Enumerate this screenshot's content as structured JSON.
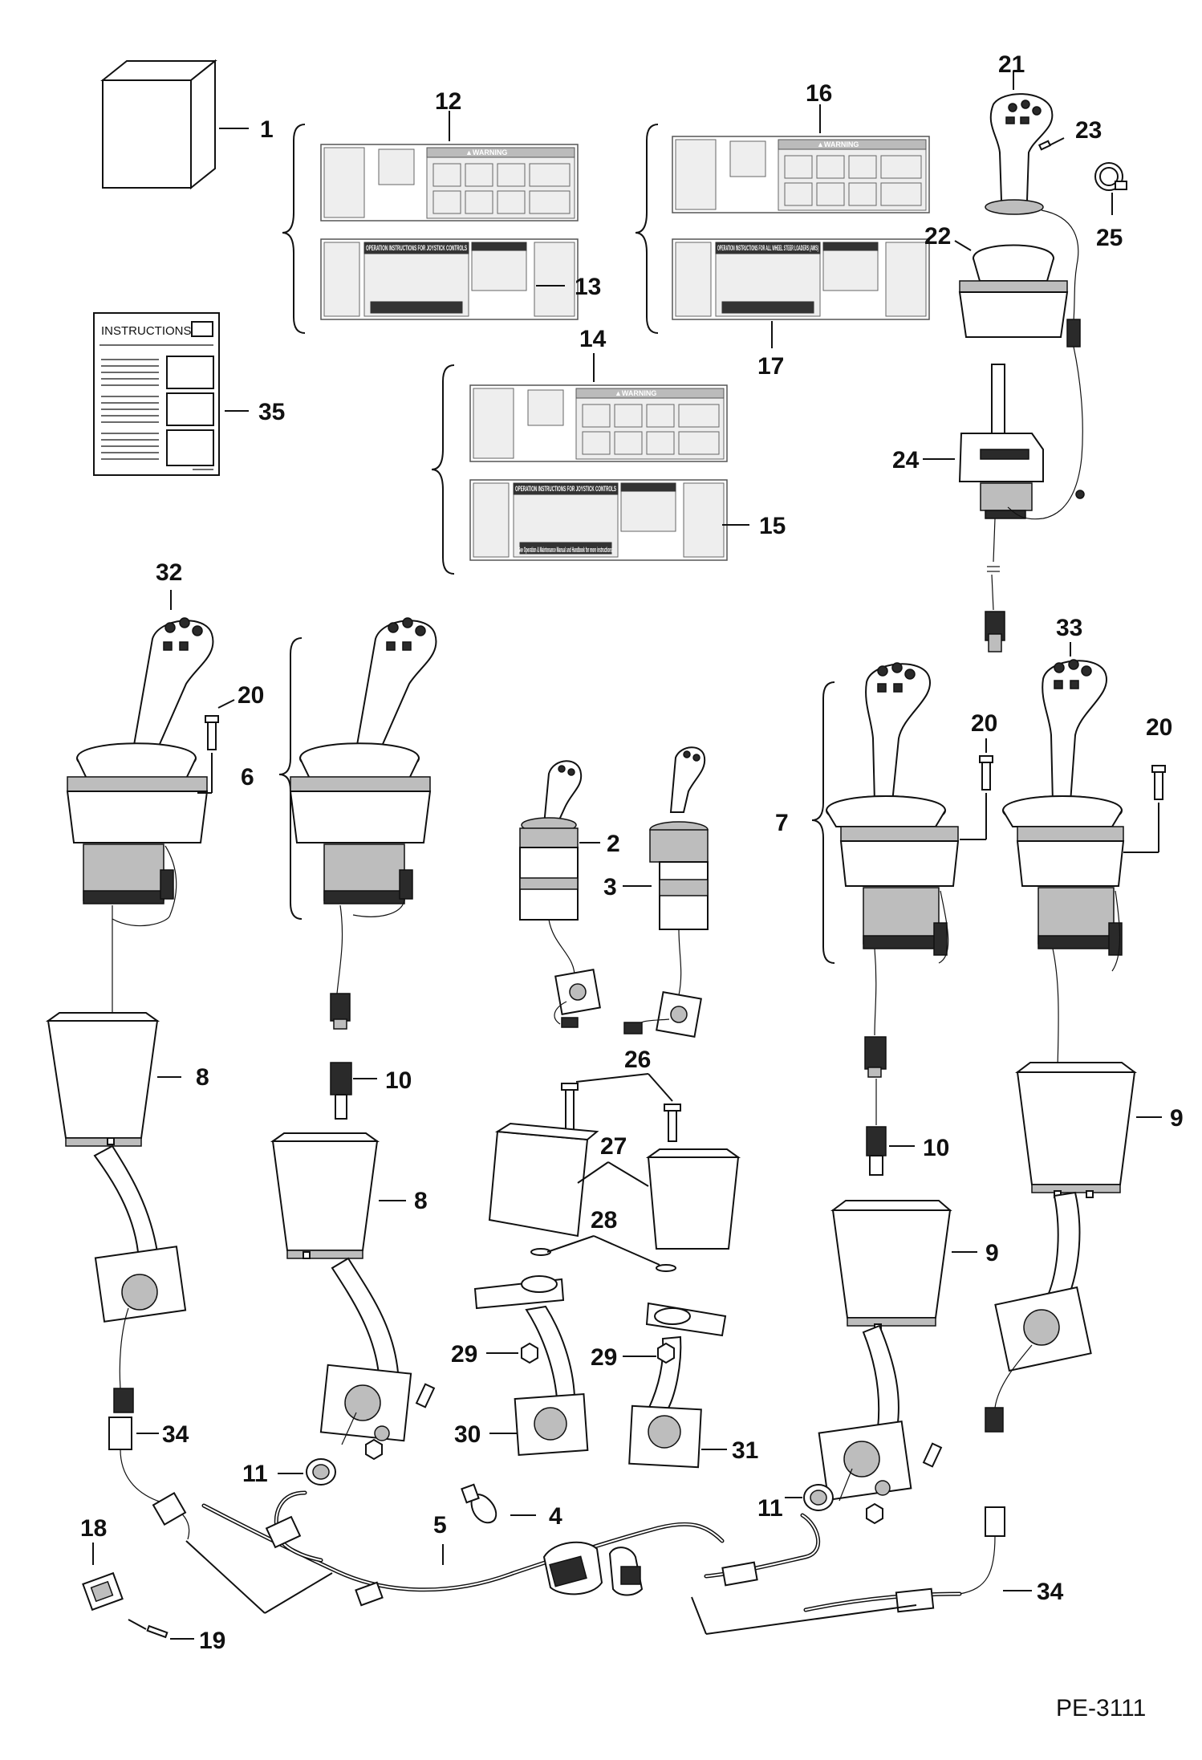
{
  "figure": {
    "reference": "PE-3111"
  },
  "decal_text": {
    "warning": "▲WARNING",
    "operation_joystick": "OPERATION INSTRUCTIONS FOR JOYSTICK CONTROLS",
    "operation_all_wheel": "OPERATION INSTRUCTIONS FOR ALL WHEEL STEER LOADERS (AWS)",
    "manual_note": "See Operation & Maintenance Manual and Handbook for more instructions."
  },
  "instructions_card": {
    "title": "INSTRUCTIONS"
  },
  "callouts": {
    "c1": "1",
    "c2": "2",
    "c3": "3",
    "c4": "4",
    "c5": "5",
    "c6": "6",
    "c7": "7",
    "c8a": "8",
    "c8b": "8",
    "c9a": "9",
    "c9b": "9",
    "c10a": "10",
    "c10b": "10",
    "c11a": "11",
    "c11b": "11",
    "c12": "12",
    "c13": "13",
    "c14": "14",
    "c15": "15",
    "c16": "16",
    "c17": "17",
    "c18": "18",
    "c19": "19",
    "c20a": "20",
    "c20b": "20",
    "c20c": "20",
    "c21": "21",
    "c22": "22",
    "c23": "23",
    "c24": "24",
    "c25": "25",
    "c26": "26",
    "c27": "27",
    "c28": "28",
    "c29a": "29",
    "c29b": "29",
    "c30": "30",
    "c31": "31",
    "c32": "32",
    "c33": "33",
    "c34a": "34",
    "c34b": "34",
    "c35": "35"
  }
}
